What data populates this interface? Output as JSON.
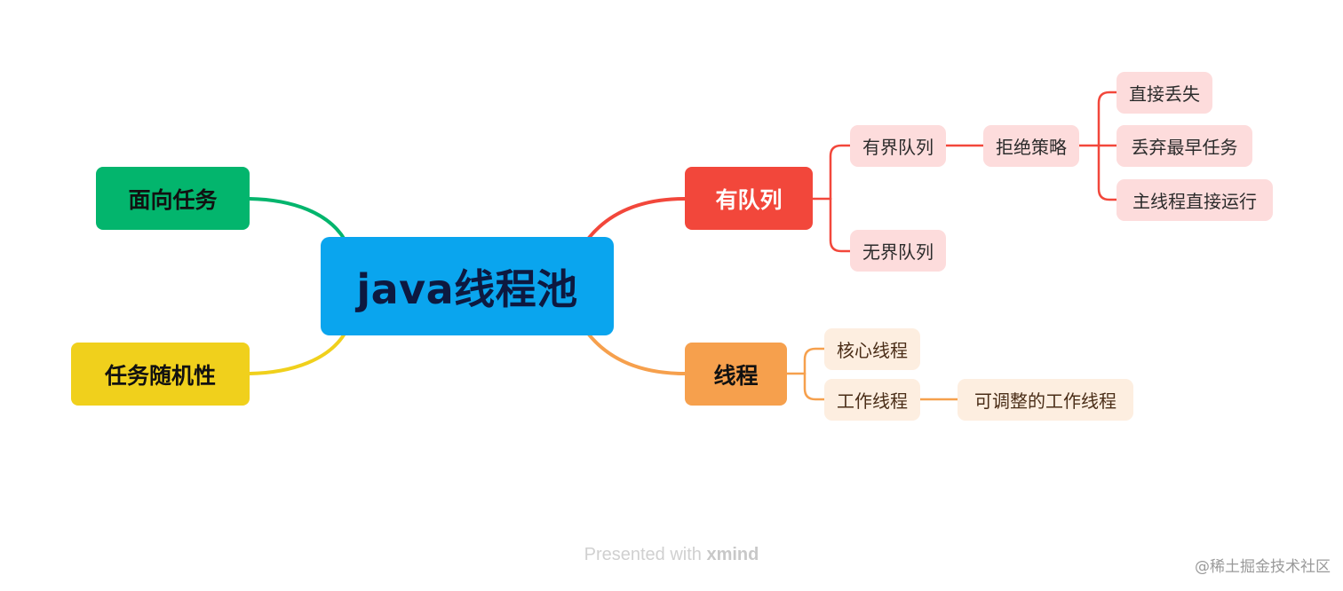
{
  "root": {
    "label": "java线程池"
  },
  "left": {
    "task_oriented": {
      "label": "面向任务",
      "color": "#03b56d"
    },
    "task_random": {
      "label": "任务随机性",
      "color": "#f0d01c"
    }
  },
  "queue": {
    "label": "有队列",
    "color": "#f2473b",
    "bounded": {
      "label": "有界队列",
      "reject_policy": {
        "label": "拒绝策略",
        "options": [
          "直接丢失",
          "丢弃最早任务",
          "主线程直接运行"
        ]
      }
    },
    "unbounded": {
      "label": "无界队列"
    }
  },
  "thread": {
    "label": "线程",
    "color": "#f6a04d",
    "core": {
      "label": "核心线程"
    },
    "worker": {
      "label": "工作线程",
      "adjustable": {
        "label": "可调整的工作线程"
      }
    }
  },
  "footer": {
    "presented_with": "Presented with",
    "brand": "xmind",
    "credit": "@稀土掘金技术社区"
  }
}
